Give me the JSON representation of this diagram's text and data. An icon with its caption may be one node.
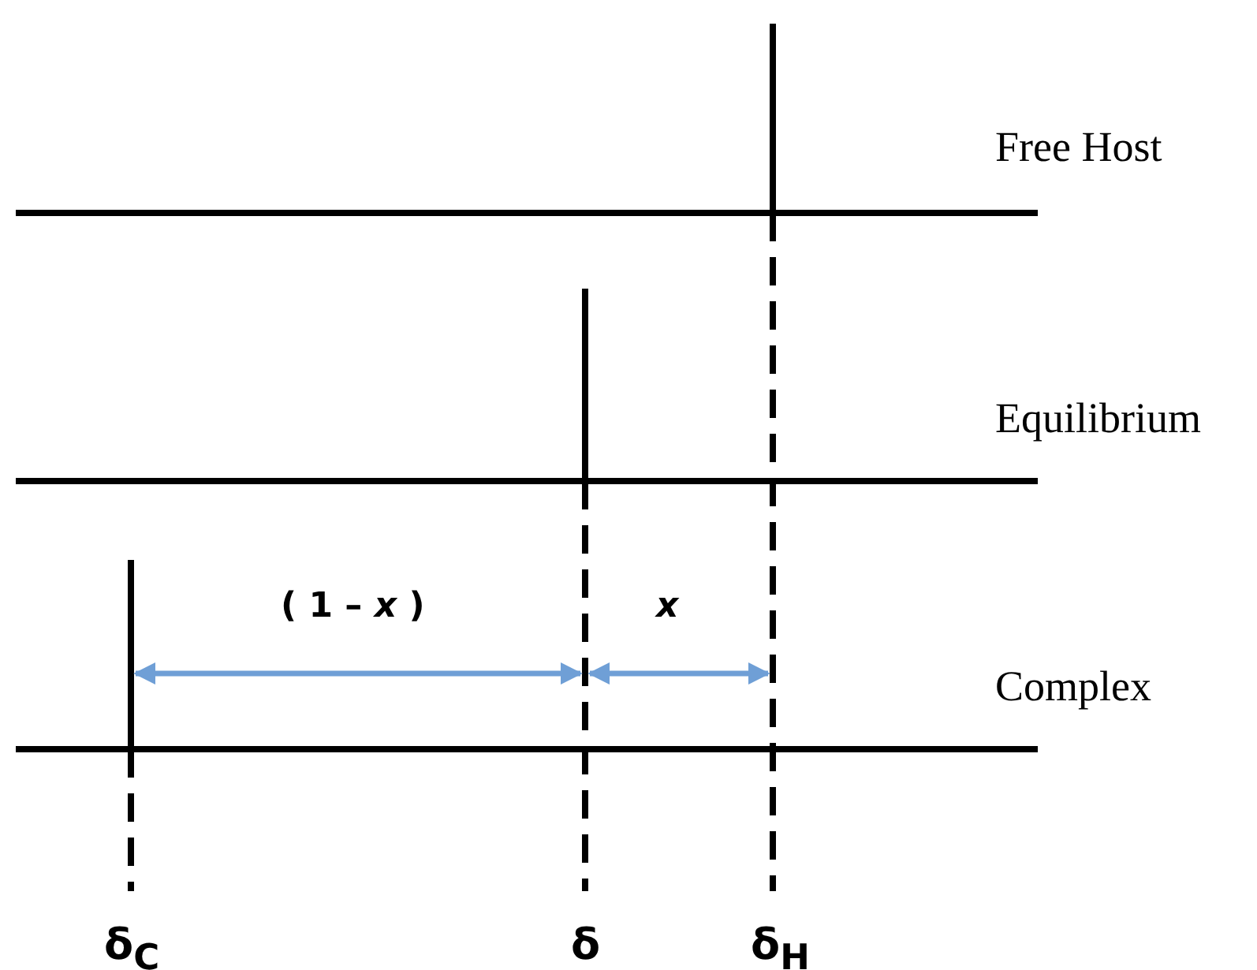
{
  "diagram": {
    "labels": [
      "Free Host",
      "Equilibrium",
      "( 1 – *x* )",
      "x",
      "Complex",
      "δ$_{C}$",
      "δ",
      "δ$_{H}$"
    ]
  }
}
